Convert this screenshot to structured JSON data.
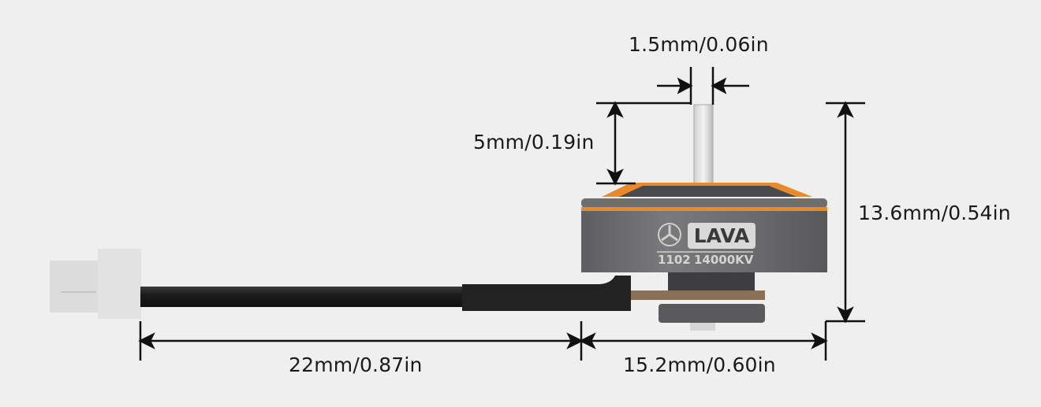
{
  "diagram": {
    "subject": "Brushless motor dimension drawing",
    "background_color": "#efefef",
    "accent_color": "#e8892b",
    "motor": {
      "brand": "LAVA",
      "model": "1102",
      "kv": "14000KV",
      "body_color": "#6b6b6e"
    },
    "dimensions": {
      "shaft_diameter": "1.5mm/0.06in",
      "shaft_length": "5mm/0.19in",
      "total_height": "13.6mm/0.54in",
      "cable_length": "22mm/0.87in",
      "mount_width": "15.2mm/0.60in"
    }
  }
}
